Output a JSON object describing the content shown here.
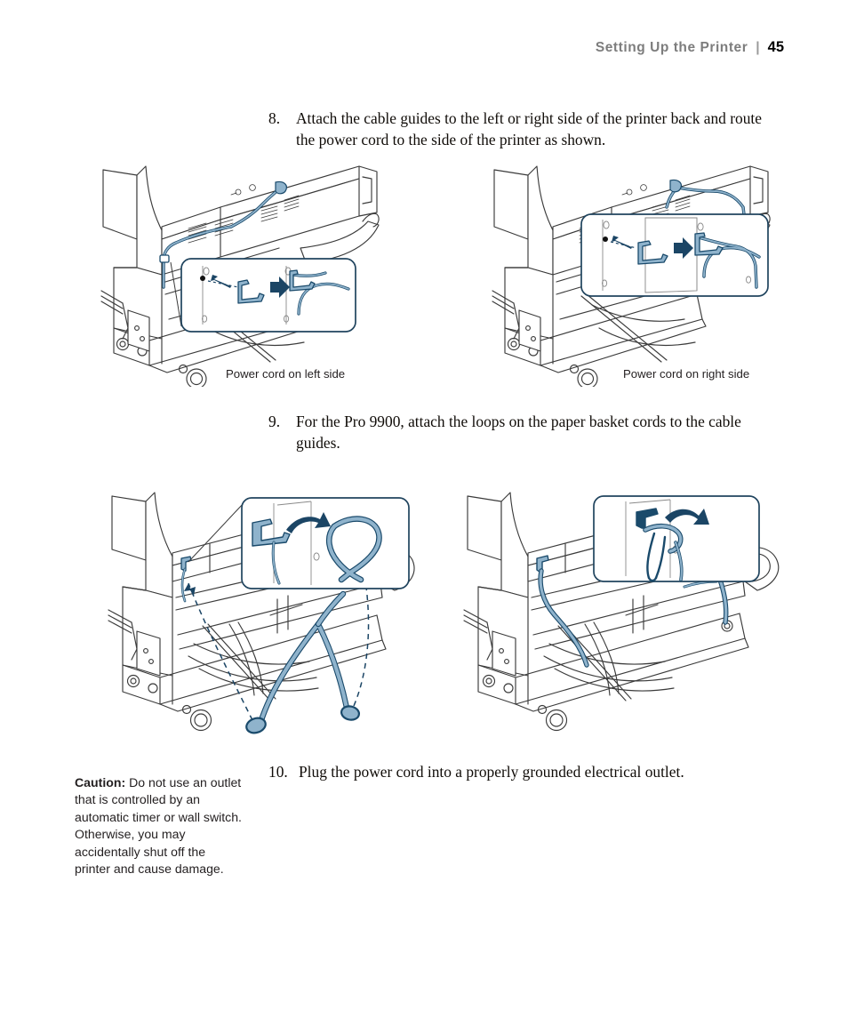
{
  "header": {
    "title": "Setting Up the Printer",
    "separator": "|",
    "page_number": "45"
  },
  "steps": [
    {
      "number": "8.",
      "text": "Attach the cable guides to the left or right side of the printer back and route the power cord to the side of the printer as shown."
    },
    {
      "number": "9.",
      "text": "For the Pro 9900, attach the loops on the paper basket cords to the cable guides."
    },
    {
      "number": "10.",
      "text": "Plug the power cord into a properly grounded electrical outlet."
    }
  ],
  "figures": {
    "upper_left": {
      "caption": "Power cord on left side",
      "alt": "Rear view of large format printer on stand with power cord routed down the left side, callout detail of cable guide clip"
    },
    "upper_right": {
      "caption": "Power cord on right side",
      "alt": "Rear view of large format printer on stand with power cord routed down the right side, callout detail of cable guide clip"
    },
    "lower_left": {
      "alt": "Printer with paper basket deployed, dashed arrows showing basket cord loops routed up to the cable guides"
    },
    "lower_right": {
      "alt": "Printer with paper basket cords attached to cable guides, callout detail of loop hooked over guide"
    }
  },
  "caution": {
    "label": "Caution:",
    "text": " Do not use an outlet that is controlled by an automatic timer or wall switch. Otherwise, you may accidentally shut off the printer and cause damage."
  },
  "colors": {
    "header_title": "#7d7d7d",
    "page_number": "#000000",
    "body_text": "#100c08",
    "line_art": "#3b3b3b",
    "cable_fill": "#8fb3cc",
    "cable_stroke": "#1a4a6b",
    "arrow": "#1b4565",
    "callout_border": "#20445e"
  }
}
